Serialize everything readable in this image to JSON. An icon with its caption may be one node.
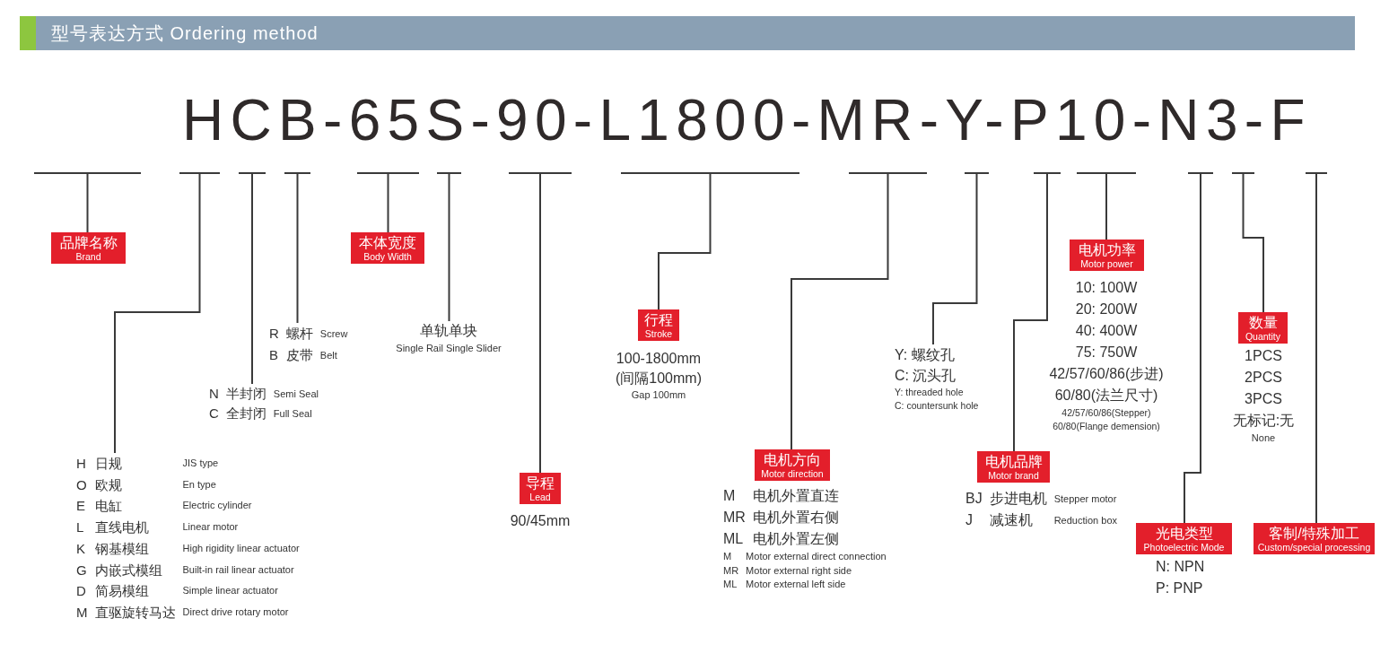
{
  "diagram": {
    "title": "型号表达方式 Ordering method",
    "nodes": [
      {
        "text": [],
        "shape": "bar"
      },
      {
        "text": [],
        "shape": "bar"
      },
      {
        "text": [],
        "shape": "bar"
      },
      {
        "text": [],
        "shape": "bar"
      },
      {
        "text": [],
        "shape": "bar"
      },
      {
        "text": [],
        "shape": "bar"
      },
      {
        "text": [],
        "shape": "bar"
      },
      {
        "text": [],
        "shape": "bar"
      },
      {
        "text": [],
        "shape": "bar"
      },
      {
        "text": [],
        "shape": "bar"
      },
      {
        "text": [],
        "shape": "bar"
      },
      {
        "text": [],
        "shape": "bar"
      },
      {
        "text": [],
        "shape": "bar"
      },
      {
        "text": [],
        "shape": "bar"
      },
      {
        "text": [],
        "shape": "bar"
      },
      {
        "text": [
          "品牌名称",
          "Brand"
        ]
      },
      {
        "text": [
          "H",
          "日规",
          "JIS type",
          "O",
          "欧规",
          "En type",
          "E",
          "电缸",
          "Electric cylinder",
          "L",
          "直线电机",
          "Linear motor",
          "K",
          "钢基模组",
          "High rigidity linear actuator",
          "G",
          "内嵌式模组",
          "Built-in rail linear actuator",
          "D",
          "简易模组",
          "Simple linear actuator",
          "M",
          "直驱旋转马达",
          "Direct drive rotary motor"
        ]
      },
      {
        "text": [
          "N",
          "半封闭",
          "Semi Seal",
          "C",
          "全封闭",
          "Full Seal"
        ]
      },
      {
        "text": [
          "R",
          "螺杆",
          "Screw",
          "B",
          "皮带",
          "Belt"
        ]
      },
      {
        "text": [
          "本体宽度",
          "Body Width"
        ]
      },
      {
        "text": [
          "单轨单块",
          "Single Rail Single Slider"
        ]
      },
      {
        "text": [
          "导程",
          "Lead"
        ],
        "beside": [
          "90/45mm"
        ]
      },
      {
        "text": [
          "行程",
          "Stroke"
        ],
        "beside": [
          "100-1800mm",
          "(间隔100mm)",
          "Gap 100mm"
        ]
      },
      {
        "text": [
          "电机方向",
          "Motor direction"
        ],
        "beside": [
          "M",
          "电机外置直连",
          "MR",
          "电机外置右侧",
          "ML",
          "电机外置左侧",
          "M",
          "Motor external direct connection",
          "MR",
          "Motor external right side",
          "ML",
          "Motor external left side"
        ]
      },
      {
        "text": [
          "Y: 螺纹孔",
          "C: 沉头孔",
          "Y: threaded hole",
          "C: countersunk hole"
        ]
      },
      {
        "text": [
          "电机品牌",
          "Motor brand"
        ],
        "beside": [
          "BJ",
          "步进电机",
          "Stepper motor",
          "J",
          "减速机",
          "Reduction box"
        ]
      },
      {
        "text": [
          "电机功率",
          "Motor power"
        ],
        "beside": [
          "10: 100W",
          "20: 200W",
          "40: 400W",
          "75: 750W",
          "42/57/60/86(步进)",
          "60/80(法兰尺寸)",
          "42/57/60/86(Stepper)",
          "60/80(Flange demension)"
        ]
      },
      {
        "text": [
          "数量",
          "Quantity"
        ],
        "beside": [
          "1PCS",
          "2PCS",
          "3PCS",
          "无标记:无",
          "None"
        ]
      },
      {
        "text": [
          "光电类型",
          "Photoelectric Mode"
        ],
        "beside": [
          "N: NPN",
          "P: PNP"
        ]
      },
      {
        "text": [
          "客制/特殊加工",
          "Custom/special processing"
        ]
      }
    ],
    "edges": [
      {
        "from": 0,
        "to": 15,
        "arrow": "none"
      },
      {
        "from": 1,
        "to": 16,
        "arrow": "none"
      },
      {
        "from": 2,
        "to": 17,
        "arrow": "none"
      },
      {
        "from": 3,
        "to": 18,
        "arrow": "none"
      },
      {
        "from": 4,
        "to": 19,
        "arrow": "none"
      },
      {
        "from": 5,
        "to": 20,
        "arrow": "none"
      },
      {
        "from": 6,
        "to": 21,
        "arrow": "none"
      },
      {
        "from": 7,
        "to": 22,
        "arrow": "none"
      },
      {
        "from": 8,
        "to": 23,
        "arrow": "none"
      },
      {
        "from": 9,
        "to": 24,
        "arrow": "none"
      },
      {
        "from": 10,
        "to": 25,
        "arrow": "none"
      },
      {
        "from": 11,
        "to": 26,
        "arrow": "none"
      },
      {
        "from": 12,
        "to": 28,
        "arrow": "none"
      },
      {
        "from": 13,
        "to": 27,
        "arrow": "none"
      },
      {
        "from": 14,
        "to": 29,
        "arrow": "none"
      }
    ],
    "labels": [
      "HCB-65S-90-L1800-MR-Y-P10-N3-F"
    ]
  }
}
